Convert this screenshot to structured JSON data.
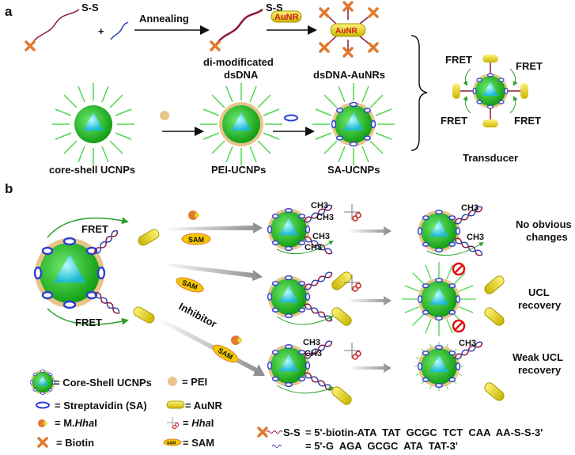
{
  "panel_a": {
    "label": "a",
    "ss_label_1": "S-S",
    "ss_label_2": "S-S",
    "plus": "+",
    "annealing": "Annealing",
    "aunr_tag": "AuNR",
    "aunr_tag_2": "AuNR",
    "di_modified_line1": "di-modificated",
    "di_modified_line2": "dsDNA",
    "dsdna_aunrs": "dsDNA-AuNRs",
    "core_shell": "core-shell UCNPs",
    "pei_ucnps": "PEI-UCNPs",
    "sa_ucnps": "SA-UCNPs",
    "fret": [
      "FRET",
      "FRET",
      "FRET",
      "FRET"
    ],
    "transducer": "Transducer"
  },
  "panel_b": {
    "label": "b",
    "fret": [
      "FRET",
      "FRET"
    ],
    "sam": [
      "SAM",
      "SAM",
      "SAM"
    ],
    "inhibitor": "Inhibitor",
    "ch3": [
      "CH3",
      "CH3",
      "CH3",
      "CH3",
      "CH3",
      "CH3",
      "CH3",
      "CH3",
      "CH3"
    ],
    "outcomes": [
      {
        "line1": "No obvious",
        "line2": "changes"
      },
      {
        "line1": "UCL",
        "line2": "recovery"
      },
      {
        "line1": "Weak UCL",
        "line2": "recovery"
      }
    ]
  },
  "legend": {
    "core_shell": "= Core-Shell UCNPs",
    "pei": "= PEI",
    "sa": "= Streptavidin (SA)",
    "aunr": "= AuNR",
    "mhhai_prefix": "= M.",
    "mhhai_italic": "Hha",
    "mhhai_suffix": "I",
    "hhai_prefix": "= ",
    "hhai_italic": "Hha",
    "hhai_suffix": "I",
    "biotin": "= Biotin",
    "sam": "= SAM",
    "sam_icon": "SAM"
  },
  "sequences": {
    "seq1_prefix": "S-S",
    "seq1": "= 5'-biotin-ATA  TAT  GCGC  TCT  CAA  AA-S-S-3'",
    "seq2": "= 5'-G  AGA  GCGC  ATA  TAT-3'"
  },
  "colors": {
    "shell": "#22c022",
    "core": "#33d6e6",
    "pei": "#e8c48c",
    "aunr": "#e6d62a",
    "biotin": "#e07a30",
    "sa": "#2c3fd0",
    "arrow": "#999999"
  }
}
